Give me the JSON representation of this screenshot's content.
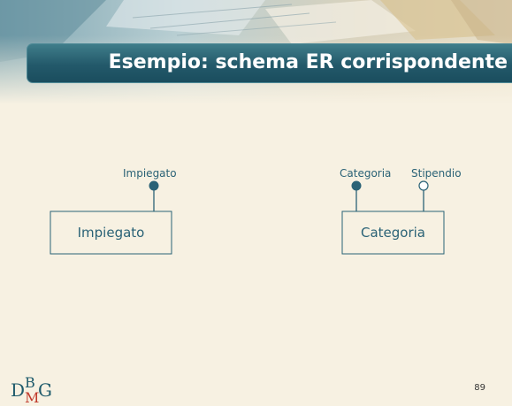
{
  "slide": {
    "title": "Esempio: schema ER corrispondente",
    "page_number": "89"
  },
  "entities": [
    {
      "name": "Impiegato",
      "attributes": [
        {
          "name": "Impiegato",
          "identifier": true
        }
      ]
    },
    {
      "name": "Categoria",
      "attributes": [
        {
          "name": "Categoria",
          "identifier": true
        },
        {
          "name": "Stipendio",
          "identifier": false
        }
      ]
    }
  ],
  "colors": {
    "title_bar": "#23596a",
    "diagram_stroke": "#2a6276",
    "background": "#f7f1e2"
  },
  "logo": {
    "text": "DBMG"
  }
}
